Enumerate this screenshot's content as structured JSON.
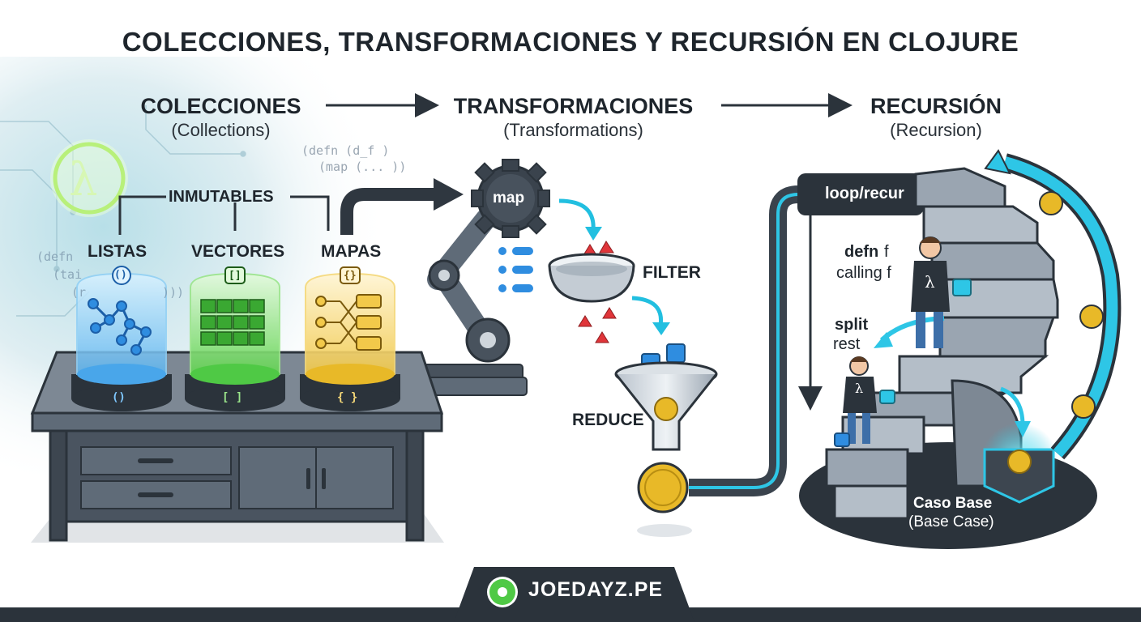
{
  "title": "COLECCIONES, TRANSFORMACIONES Y RECURSIÓN EN CLOJURE",
  "sections": [
    {
      "title": "COLECCIONES",
      "subtitle": "(Collections)"
    },
    {
      "title": "TRANSFORMACIONES",
      "subtitle": "(Transformations)"
    },
    {
      "title": "RECURSIÓN",
      "subtitle": "(Recursion)"
    }
  ],
  "collections": {
    "logo_glyph": "λ",
    "immutables_label": "INMUTABLES",
    "code_snippet": [
      "(defn (d_f )",
      "(map (... ))"
    ],
    "background_code": [
      "(defn",
      "(tai",
      "(r",
      ")))"
    ],
    "items": [
      {
        "label": "LISTAS",
        "badge": "()",
        "base_glyph": "()"
      },
      {
        "label": "VECTORES",
        "badge": "[]",
        "base_glyph": "[ ]"
      },
      {
        "label": "MAPAS",
        "badge": "{}",
        "base_glyph": "{ }"
      }
    ]
  },
  "transformations": {
    "map_label": "map",
    "filter_label": "FILTER",
    "reduce_label": "REDUCE"
  },
  "recursion": {
    "loop_label": "loop/recur",
    "defn_label": "defn",
    "defn_suffix": "f",
    "calling_label": "calling f",
    "split_label": "split",
    "rest_label": "rest",
    "lambda_glyph": "λ",
    "base_case_label": "Caso Base",
    "base_case_sub": "(Base Case)"
  },
  "footer": {
    "brand": "JOEDAYZ.PE"
  },
  "colors": {
    "dark": "#2b333b",
    "steel": "#5f6b78",
    "cyan": "#2ec6e6",
    "green": "#4fc945",
    "gold": "#e8b928",
    "blue": "#2f8de0",
    "red": "#e0353a"
  }
}
